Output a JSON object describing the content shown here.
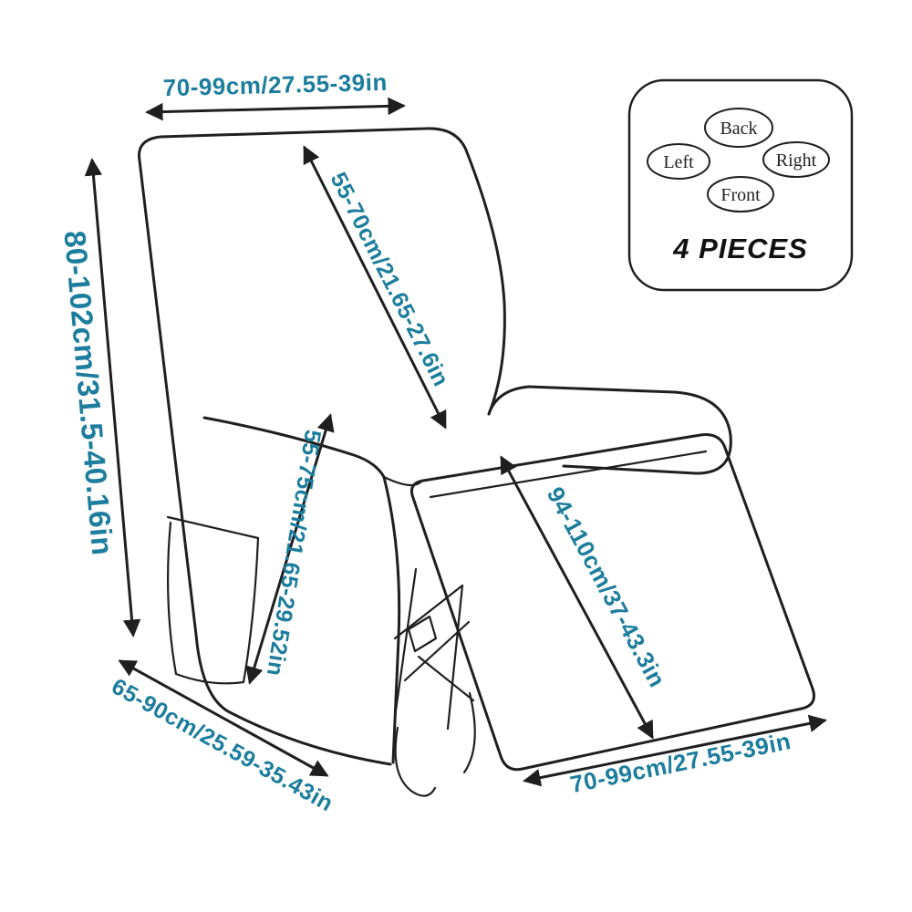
{
  "diagram": {
    "title": "recliner-slipcover-dimension-diagram",
    "measurements": {
      "top_width": "70-99cm/27.55-39in",
      "left_height": "80-102cm/31.5-40.16in",
      "backrest_length": "55-70cm/21.65-27.6in",
      "armrest_height": "55-75cm/21.65-29.52in",
      "footrest_length": "94-110cm/37-43.3in",
      "base_depth": "65-90cm/25.59-35.43in",
      "footrest_width": "70-99cm/27.55-39in"
    },
    "pieces_panel": {
      "back_label": "Back",
      "left_label": "Left",
      "right_label": "Right",
      "front_label": "Front",
      "count_label": "4 PIECES"
    },
    "colors": {
      "measurement_text": "#1c7d9d",
      "line": "#1f1f1f",
      "background": "#ffffff"
    }
  }
}
